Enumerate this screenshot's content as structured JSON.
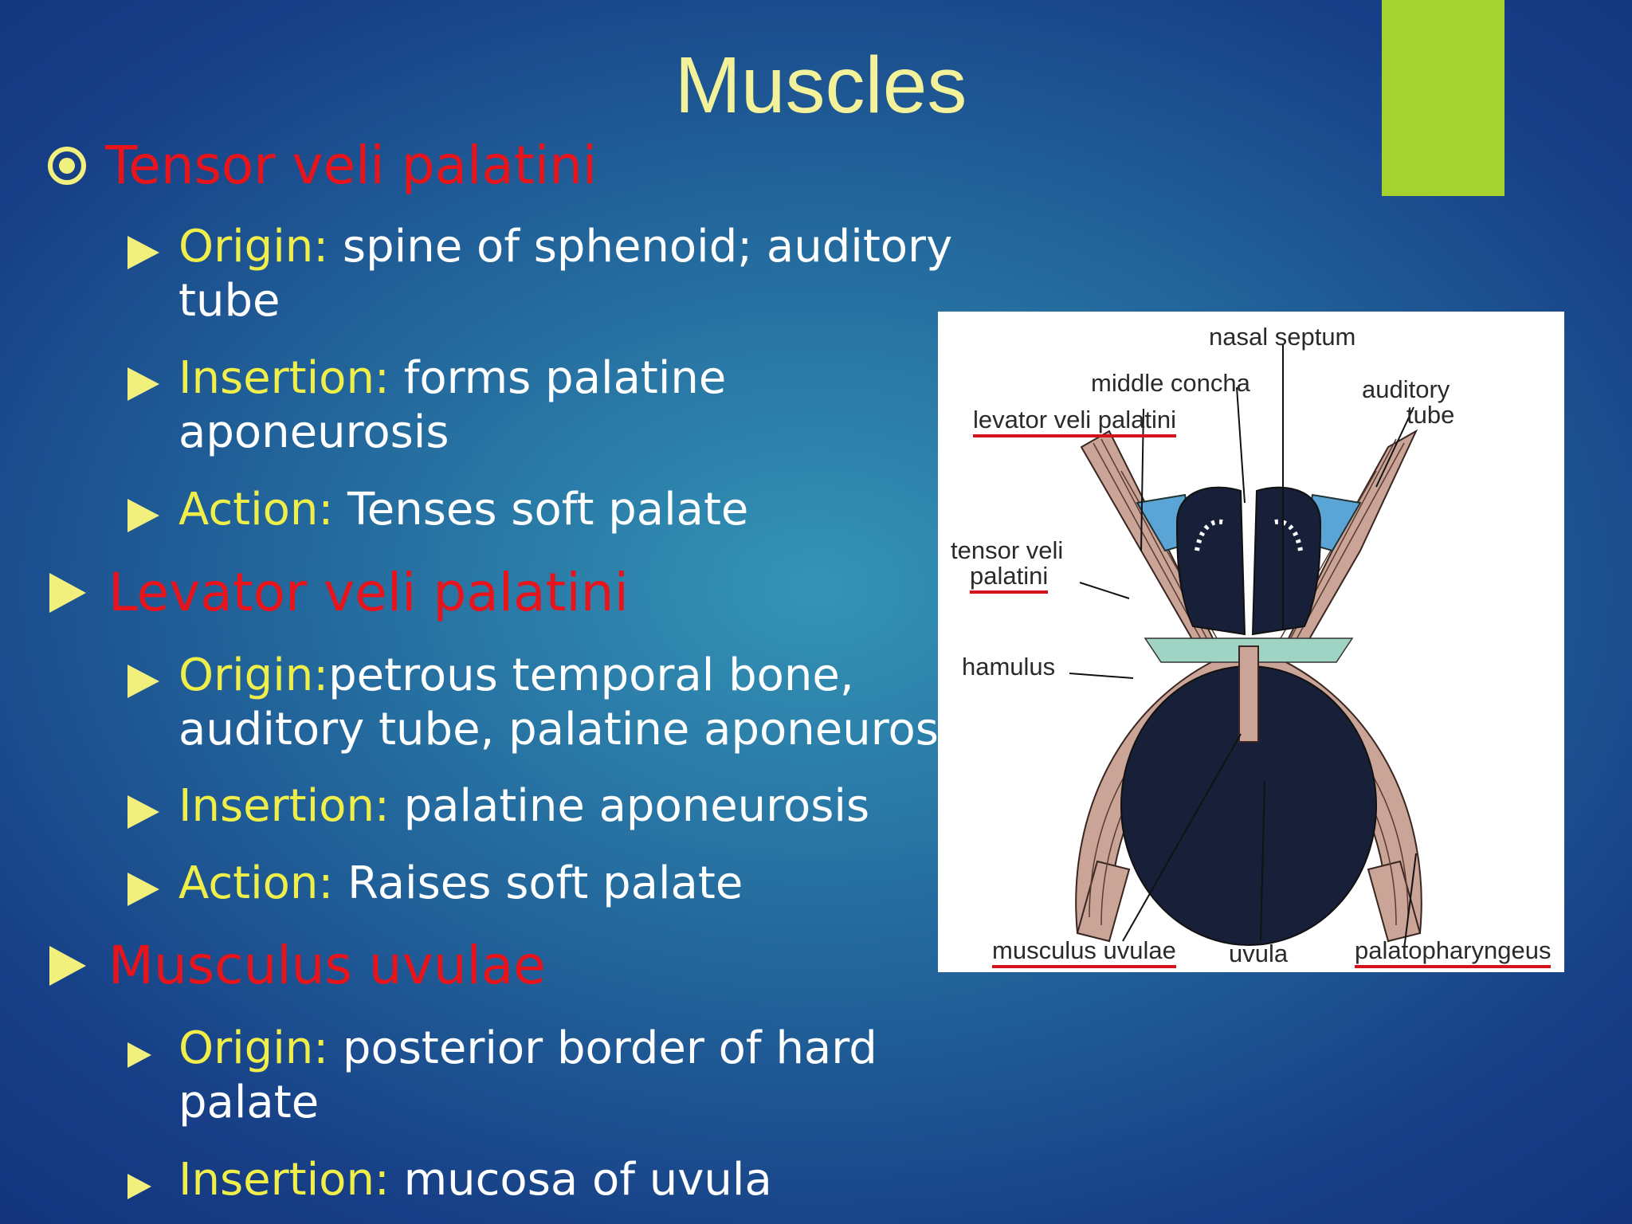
{
  "slide": {
    "title": "Muscles",
    "colors": {
      "background": "#22659b",
      "title": "#f3f29a",
      "heading": "#e8141c",
      "key": "#f0ef4a",
      "bullet": "#f2f07d",
      "accent_bar": "#a6d22f"
    },
    "sections": [
      {
        "heading": "Tensor veli palatini",
        "bullet_icon": "radio-target-icon",
        "items": [
          {
            "key": "Origin:",
            "text": " spine of sphenoid; auditory",
            "text2": "tube"
          },
          {
            "key": "Insertion:",
            "text": " forms palatine",
            "text2": "aponeurosis"
          },
          {
            "key": "Action:",
            "text": " Tenses soft palate"
          }
        ]
      },
      {
        "heading": "Levator veli palatini",
        "bullet_icon": "triangle-bullet-icon",
        "items": [
          {
            "key": "Origin:",
            "text": "petrous temporal bone,",
            "text2": "auditory tube, palatine aponeurosis"
          },
          {
            "key": "Insertion:",
            "text": " palatine aponeurosis"
          },
          {
            "key": "Action:",
            "text": " Raises soft palate"
          }
        ]
      },
      {
        "heading": "Musculus uvulae",
        "bullet_icon": "triangle-bullet-icon",
        "items": [
          {
            "key": "Origin:",
            "text": " posterior border of hard",
            "text2": "palate"
          },
          {
            "key": "Insertion:",
            "text": " mucosa of uvula"
          }
        ]
      }
    ]
  },
  "diagram": {
    "labels": {
      "nasal_septum": "nasal septum",
      "middle_concha": "middle concha",
      "auditory_tube_1": "auditory",
      "auditory_tube_2": "tube",
      "levator": "levator veli palatini",
      "tensor_1": "tensor veli",
      "tensor_2": "palatini",
      "hamulus": "hamulus",
      "musculus_uvulae": "musculus uvulae",
      "uvula": "uvula",
      "palatopharyngeus": "palatopharyngeus"
    }
  }
}
